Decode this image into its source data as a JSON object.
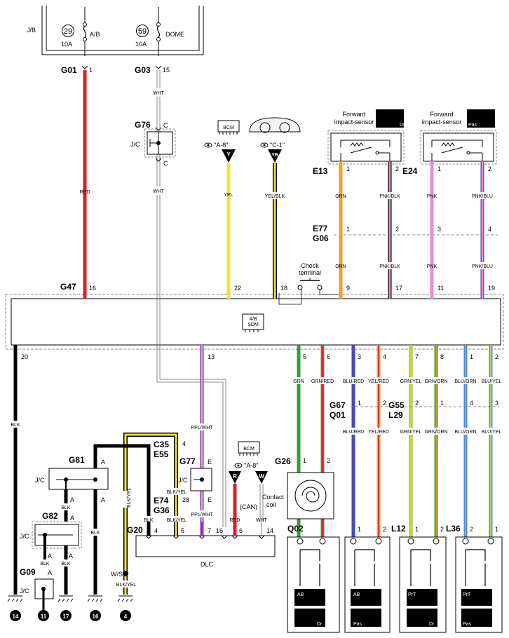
{
  "fuse_box": {
    "label": "J/B"
  },
  "fuses": [
    {
      "number": "29",
      "rating": "10A",
      "name": "A/B"
    },
    {
      "number": "59",
      "rating": "10A",
      "name": "DOME"
    }
  ],
  "connectors": {
    "g01": "G01",
    "g03": "G03",
    "g76": "G76",
    "g47": "G47",
    "e13": "E13",
    "e24": "E24",
    "e77": "E77",
    "g06": "G06",
    "g67": "G67",
    "q01": "Q01",
    "g55": "G55",
    "l29": "L29",
    "g81": "G81",
    "g82": "G82",
    "g09": "G09",
    "c35": "C35",
    "e55": "E55",
    "g77": "G77",
    "e74": "E74",
    "g36": "G36",
    "g20": "G20",
    "g26": "G26",
    "q02": "Q02",
    "l12": "L12",
    "l36": "L36"
  },
  "pins": {
    "p1": "1",
    "p2": "2",
    "p3": "3",
    "p4": "4",
    "p5": "5",
    "p6": "6",
    "p7": "7",
    "p8": "8",
    "p9": "9",
    "p11": "11",
    "p13": "13",
    "p14": "14",
    "p15": "15",
    "p16": "16",
    "p17": "17",
    "p18": "18",
    "p19": "19",
    "p20": "20",
    "p22": "22",
    "p28": "28",
    "pA": "A",
    "pC": "C",
    "pE": "E"
  },
  "wires": {
    "red": "RED",
    "wht": "WHT",
    "yel": "YEL",
    "yel_blk": "YEL/BLK",
    "orn": "ORN",
    "pnk_blk": "PNK/BLK",
    "pnk": "PNK",
    "pnk_blu": "PNK/BLU",
    "blk": "BLK",
    "ppl_wht": "PPL/WHT",
    "grn": "GRN",
    "grn_red": "GRN/RED",
    "blu_red": "BLU/RED",
    "yel_red": "YEL/RED",
    "grn_yel": "GRN/YEL",
    "grn_orn": "GRN/ORN",
    "blu_orn": "BLU/ORN",
    "blu_yel": "BLU/YEL",
    "blk_yel": "BLK/YEL",
    "ws": "W/S"
  },
  "components": {
    "jc": "J/C",
    "bcm": "BCM",
    "ref_a8": "\"A-8\"",
    "ref_c1": "\"C-1\"",
    "forward_sensor": "Forward",
    "impact_sensor": "impact-sensor",
    "check": "Check",
    "terminal": "terminal",
    "sdm_line1": "A/B",
    "sdm_line2": "SDM",
    "dlc": "DLC",
    "can": "(CAN)",
    "contact": "Contact",
    "coil": "coil"
  },
  "markers": {
    "y": "Y",
    "yb": "YB",
    "r": "R",
    "w": "W",
    "dr": "Dr",
    "pas": "Pas",
    "ab": "AB",
    "prt": "PrT"
  },
  "grounds": [
    "14",
    "11",
    "17",
    "16",
    "4"
  ],
  "colors": {
    "red": "#d6202a",
    "yellow": "#f2e43a",
    "orange": "#f0a02a",
    "pink": "#e88fc5",
    "purple": "#8b3fa8",
    "green": "#3a9a3a",
    "blue": "#3a4ec8",
    "lightblue": "#4a8cd0",
    "ygreen": "#8cc43a",
    "black": "#000000"
  }
}
